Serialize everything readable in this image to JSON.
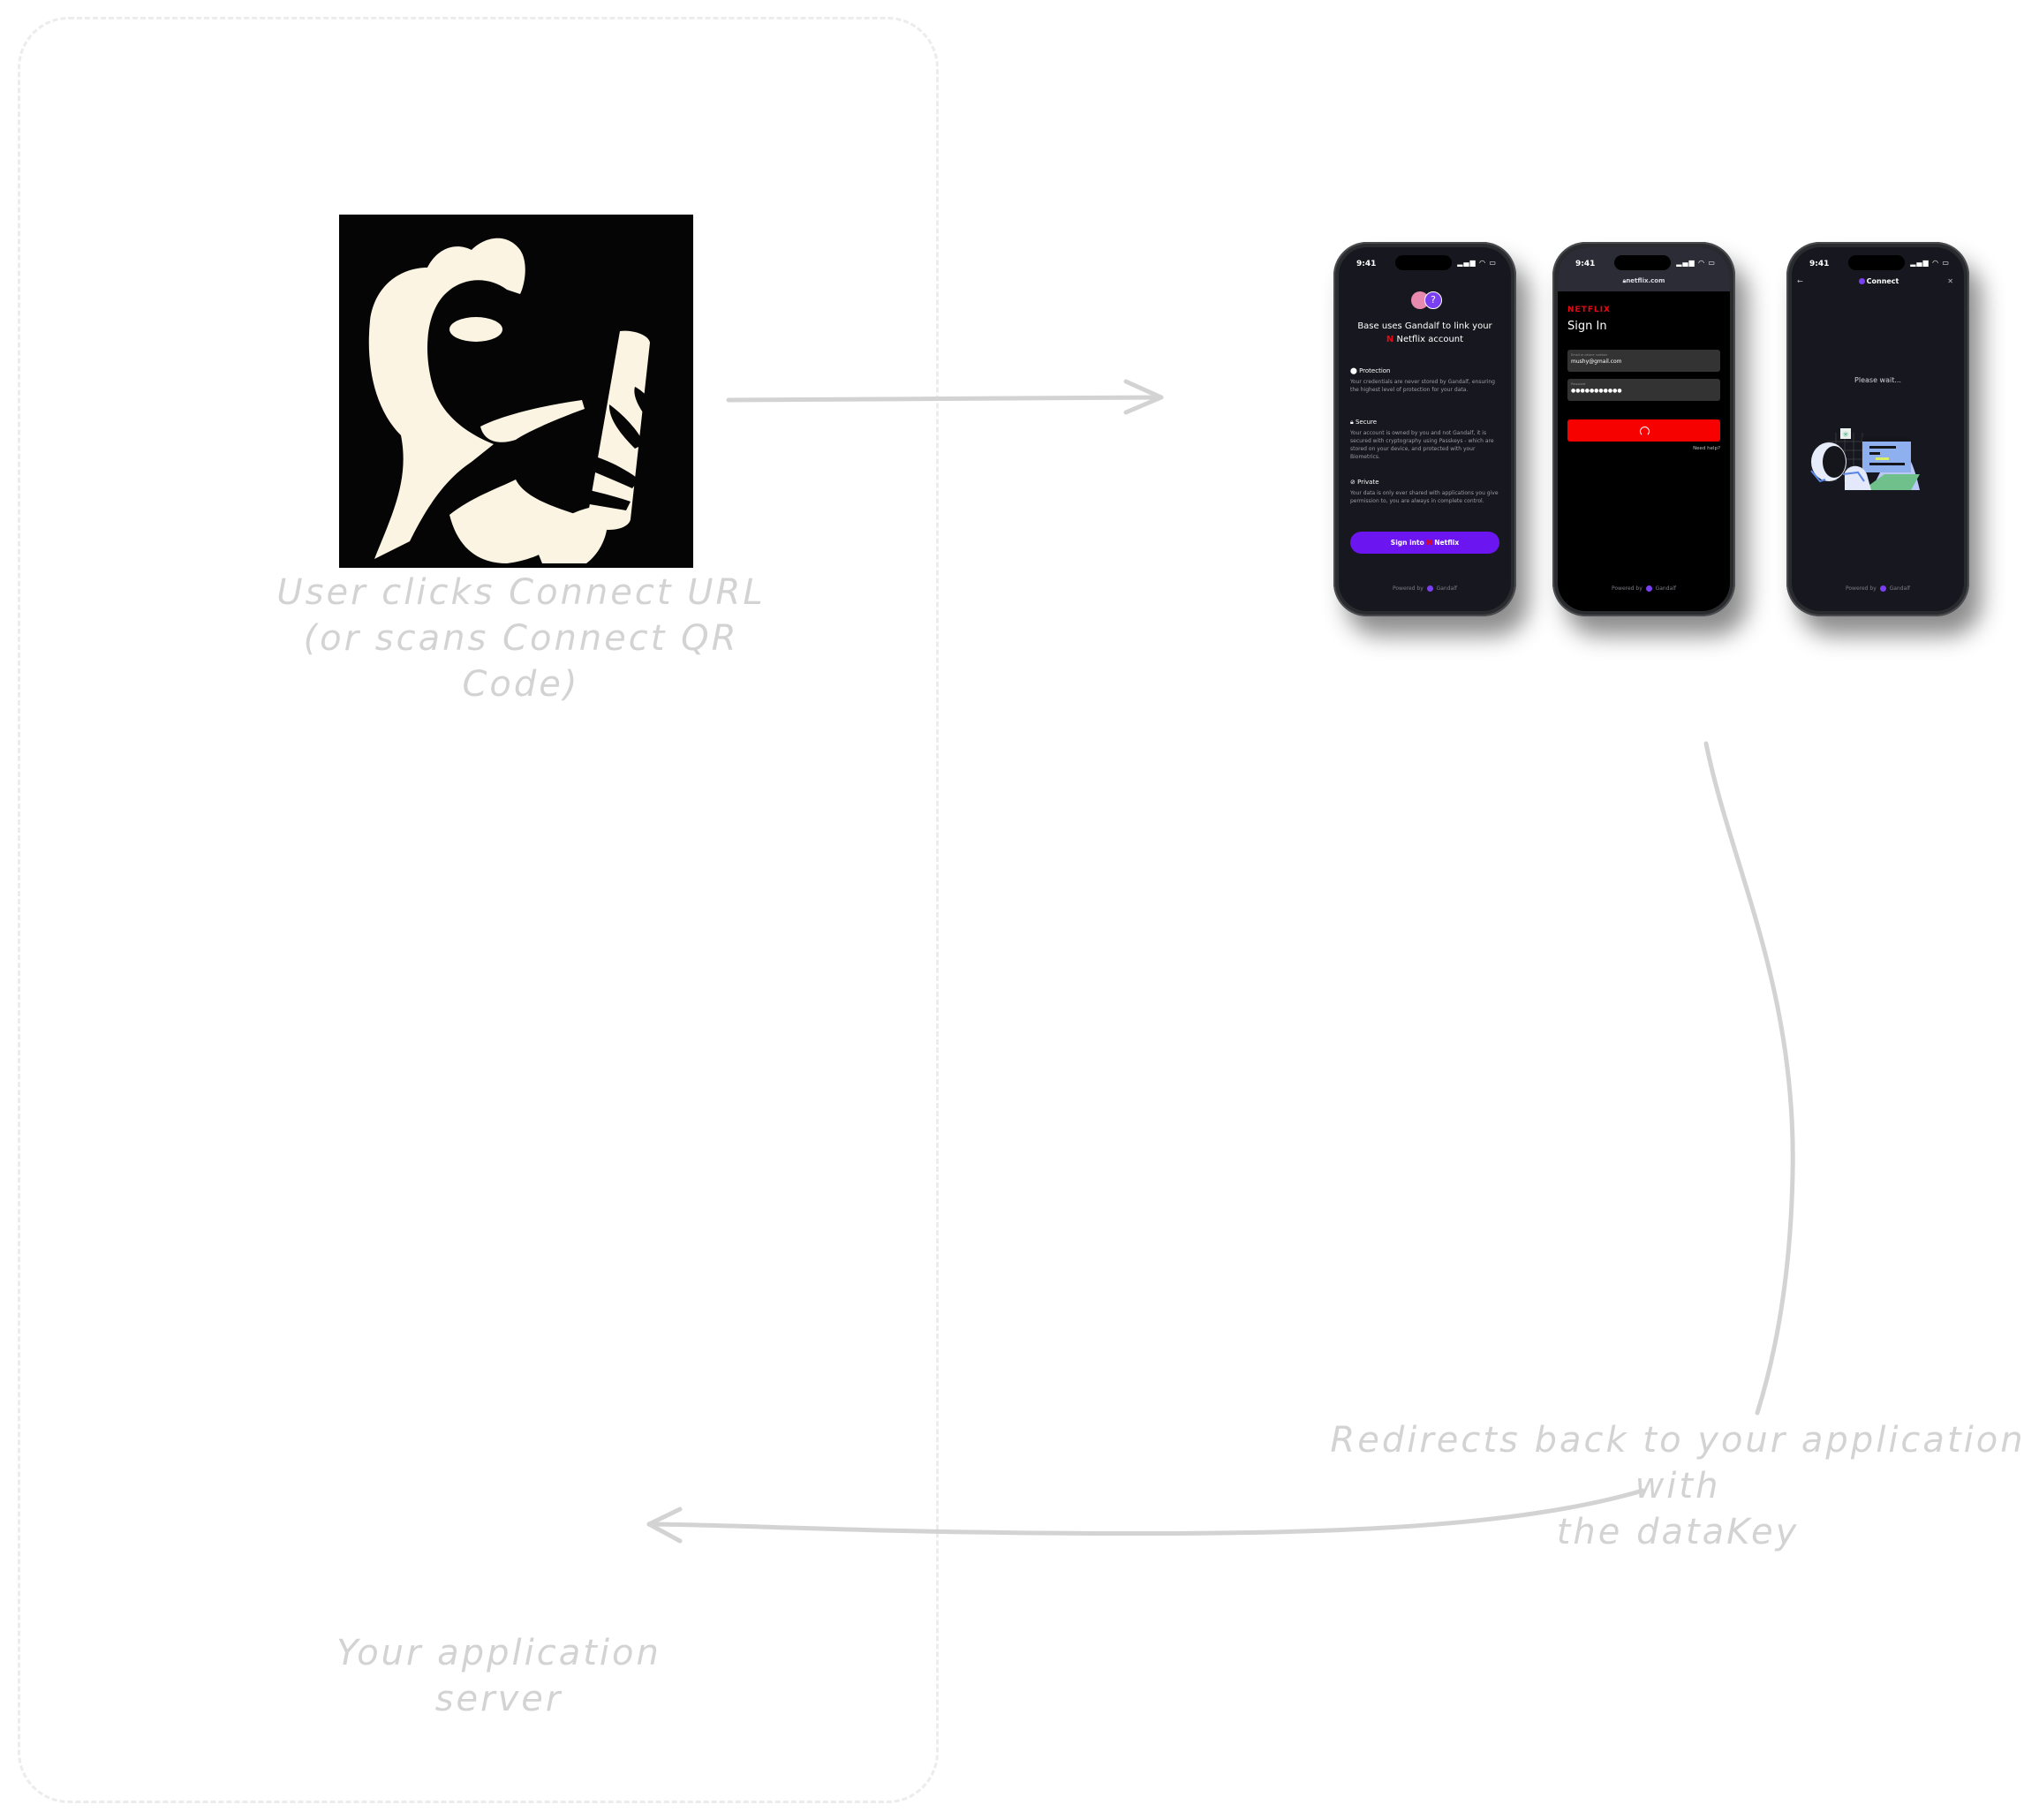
{
  "diagram": {
    "container_label": "application-boundary",
    "labels": {
      "user_step": [
        "User clicks Connect URL",
        "(or scans Connect QR Code)"
      ],
      "redirect_step": [
        "Redirects back to your application with",
        "the dataKey"
      ],
      "server": "Your application server"
    },
    "illustration": "person-using-smartphone",
    "colors": {
      "annotation": "#d3d3d3",
      "container_border": "#ececec",
      "gandalf_purple": "#6b16f0",
      "netflix_red": "#e50914"
    }
  },
  "phones": [
    {
      "status_time": "9:41",
      "status_icons": "signal-wifi-battery",
      "title_line1": "Base uses Gandalf to link your",
      "title_line2": "Netflix account",
      "netflix_mark": "N",
      "features": [
        {
          "icon": "shield-icon",
          "heading": "Protection",
          "body": "Your credentials are never stored by Gandalf, ensuring the highest level of protection for your data."
        },
        {
          "icon": "lock-icon",
          "heading": "Secure",
          "body": "Your account is owned by you and not Gandalf, it is secured with cryptography using Passkeys - which are stored on your device, and protected with your Biometrics."
        },
        {
          "icon": "eye-off-icon",
          "heading": "Private",
          "body": "Your data is only ever shared with applications you give permission to, you are always in complete control."
        }
      ],
      "cta_prefix": "Sign into",
      "cta_suffix": "Netflix",
      "powered_prefix": "Powered by",
      "powered_brand": "Gandalf"
    },
    {
      "status_time": "9:41",
      "url": "netflix.com",
      "brand": "NETFLIX",
      "heading": "Sign In",
      "email_label": "Email or phone number",
      "email_value": "mushy@gmail.com",
      "password_label": "Password",
      "password_value": "●●●●●●●●●●●",
      "need_help": "Need help?",
      "powered_prefix": "Powered by",
      "powered_brand": "Gandalf"
    },
    {
      "status_time": "9:41",
      "nav_title": "Connect",
      "back_glyph": "←",
      "close_glyph": "✕",
      "wait_text": "Please wait...",
      "powered_prefix": "Powered by",
      "powered_brand": "Gandalf"
    }
  ]
}
